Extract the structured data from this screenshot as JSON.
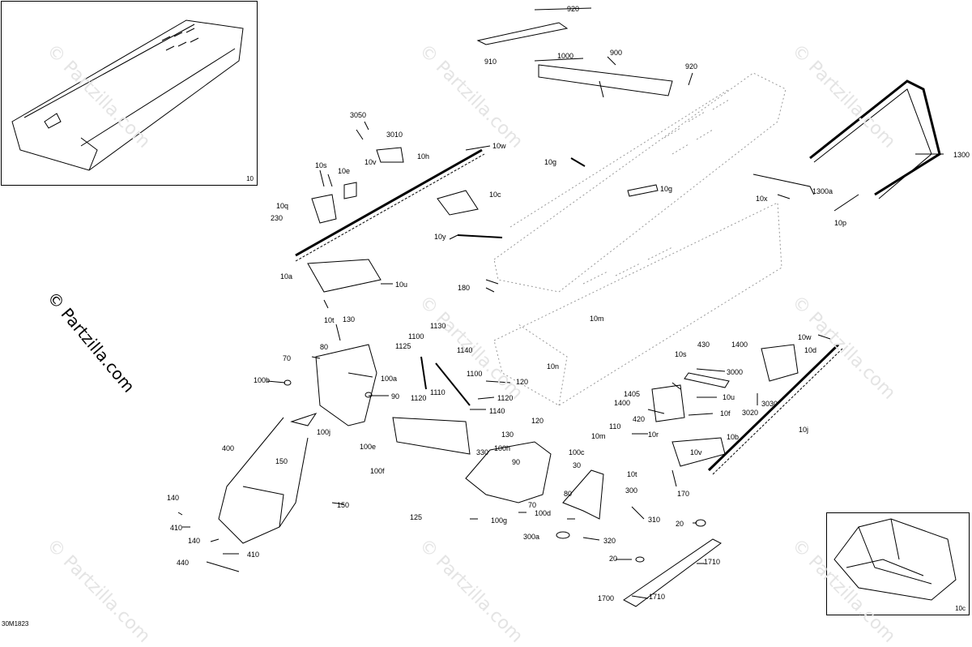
{
  "figure_id": "30M1823",
  "watermark": "© Partzilla.com",
  "insets": {
    "top_left": "10",
    "bottom_right": "10c"
  },
  "labels": [
    "920",
    "910",
    "1000",
    "900",
    "920",
    "3050",
    "3010",
    "10w",
    "10s",
    "10e",
    "10v",
    "10h",
    "10g",
    "1300",
    "10q",
    "230",
    "10c",
    "10g",
    "10x",
    "1300a",
    "10p",
    "10y",
    "10a",
    "10u",
    "180",
    "10t",
    "130",
    "1130",
    "1100",
    "10m",
    "1125",
    "1140",
    "10w",
    "80",
    "1100",
    "430",
    "1400",
    "10d",
    "70",
    "10n",
    "10s",
    "100b",
    "100a",
    "120",
    "3000",
    "90",
    "1120",
    "1110",
    "1120",
    "1405",
    "1400",
    "10u",
    "3020",
    "3030",
    "1140",
    "120",
    "420",
    "110",
    "10f",
    "10r",
    "10m",
    "10j",
    "100j",
    "10b",
    "100e",
    "130",
    "100h",
    "330",
    "100c",
    "400",
    "10v",
    "90",
    "30",
    "10t",
    "150",
    "100f",
    "170",
    "80",
    "300",
    "140",
    "150",
    "70",
    "100d",
    "310",
    "125",
    "100g",
    "20",
    "410",
    "300a",
    "320",
    "140",
    "410",
    "20",
    "1710",
    "440",
    "1700",
    "1710"
  ]
}
